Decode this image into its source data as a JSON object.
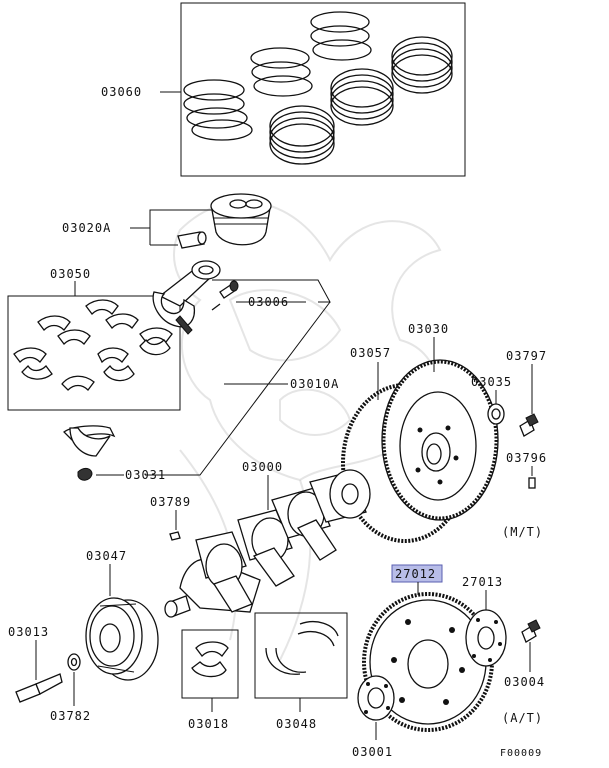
{
  "diagram_code": "F00009",
  "highlighted_part": "27012",
  "transmission_labels": {
    "manual": "(M/T)",
    "automatic": "(A/T)"
  },
  "parts": [
    {
      "key": "piston_rings",
      "number": "03060"
    },
    {
      "key": "piston_pin",
      "number": "03020A"
    },
    {
      "key": "crank_bearings",
      "number": "03050"
    },
    {
      "key": "rod_bolt",
      "number": "03006"
    },
    {
      "key": "connecting_rod",
      "number": "03010A"
    },
    {
      "key": "rod_nut",
      "number": "03031"
    },
    {
      "key": "flywheel_ring_gear",
      "number": "03057"
    },
    {
      "key": "flywheel",
      "number": "03030"
    },
    {
      "key": "pilot_bearing",
      "number": "03035"
    },
    {
      "key": "flywheel_bolt",
      "number": "03797"
    },
    {
      "key": "dowel_pin",
      "number": "03796"
    },
    {
      "key": "crankshaft",
      "number": "03000"
    },
    {
      "key": "crank_key",
      "number": "03789"
    },
    {
      "key": "crank_pulley",
      "number": "03047"
    },
    {
      "key": "drive_plate",
      "number": "27012"
    },
    {
      "key": "adapter_plate",
      "number": "27013"
    },
    {
      "key": "pulley_bolt",
      "number": "03013"
    },
    {
      "key": "drive_plate_bolt",
      "number": "03004"
    },
    {
      "key": "pulley_washer",
      "number": "03782"
    },
    {
      "key": "thrust_bearing",
      "number": "03018"
    },
    {
      "key": "thrust_washers",
      "number": "03048"
    },
    {
      "key": "drive_plate_spacer",
      "number": "03001"
    }
  ]
}
